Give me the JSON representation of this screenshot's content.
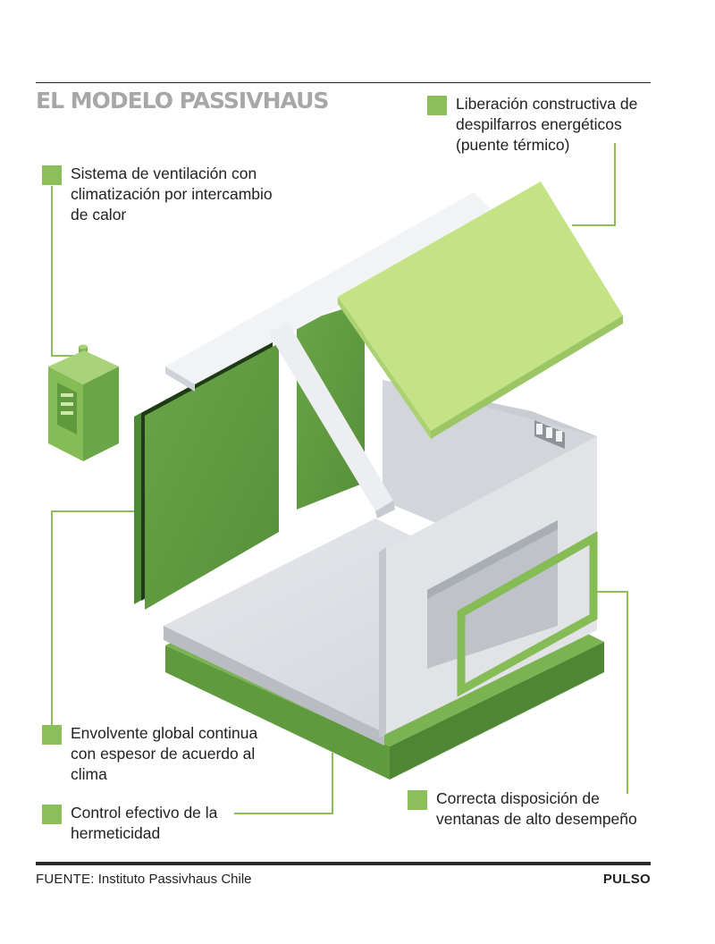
{
  "title": "EL MODELO PASSIVHAUS",
  "callouts": {
    "thermal_bridge": {
      "lines": [
        "Liberación constructiva de",
        "despilfarros energéticos",
        "(puente térmico)"
      ]
    },
    "ventilation": {
      "lines": [
        "Sistema de ventilación con",
        "climatización por intercambio",
        "de calor"
      ]
    },
    "envelope": {
      "lines": [
        "Envolvente global continua",
        "con espesor de acuerdo al",
        "clima"
      ]
    },
    "airtightness": {
      "lines": [
        "Control efectivo de la",
        "hermeticidad"
      ]
    },
    "windows": {
      "lines": [
        "Correcta disposición de",
        "ventanas de alto desempeño"
      ]
    }
  },
  "footer": {
    "source_label": "FUENTE:",
    "source_text": "Instituto Passivhaus Chile",
    "brand": "PULSO"
  },
  "colors": {
    "accent_green": "#8cbf5a",
    "light_green": "#c3e384",
    "dark_green": "#6aa548",
    "panel_grey": "#d7d9dd",
    "title_grey": "#a7a7a7"
  }
}
